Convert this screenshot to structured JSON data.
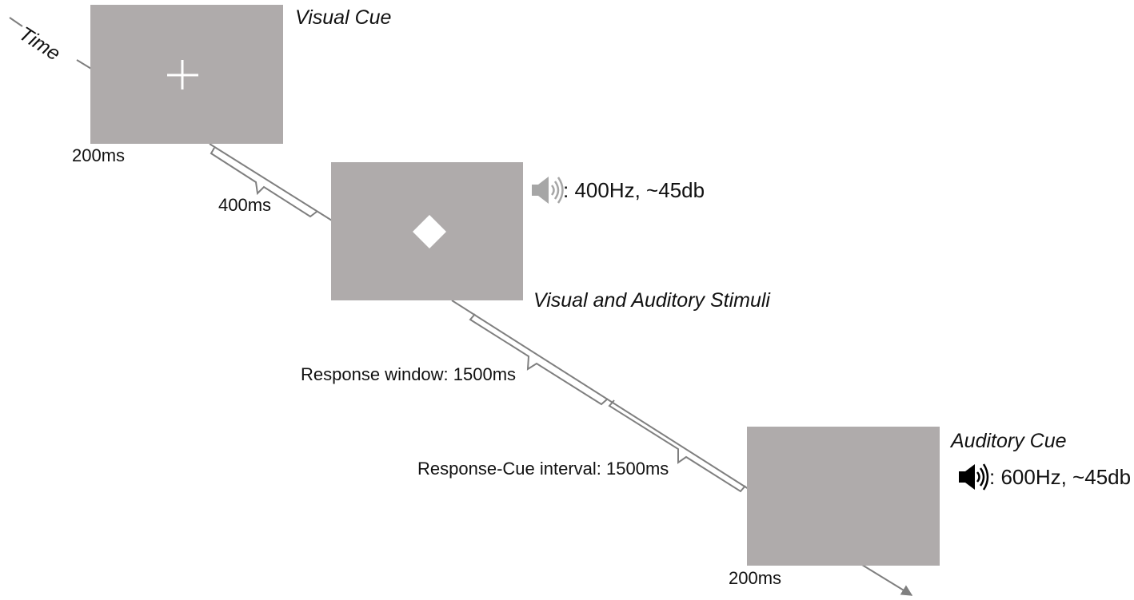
{
  "timeline": {
    "axis_label": "Time",
    "line_color": "#7f7f7f"
  },
  "screens": {
    "color": "#afabab",
    "glyph_color": "#ffffff"
  },
  "visual_cue": {
    "title": "Visual Cue",
    "symbol": "plus-icon",
    "duration": "200ms"
  },
  "cue_stimulus_gap": {
    "label": "400ms"
  },
  "stimuli": {
    "title": "Visual and Auditory Stimuli",
    "symbol": "diamond-icon",
    "sound_icon": "speaker-icon",
    "sound_text": ": 400Hz, ~45db"
  },
  "response_window": {
    "label": "Response window: 1500ms"
  },
  "response_cue_interval": {
    "label": "Response-Cue interval: 1500ms"
  },
  "auditory_cue": {
    "title": "Auditory Cue",
    "sound_icon": "speaker-icon",
    "sound_text": ": 600Hz, ~45db",
    "duration": "200ms"
  }
}
